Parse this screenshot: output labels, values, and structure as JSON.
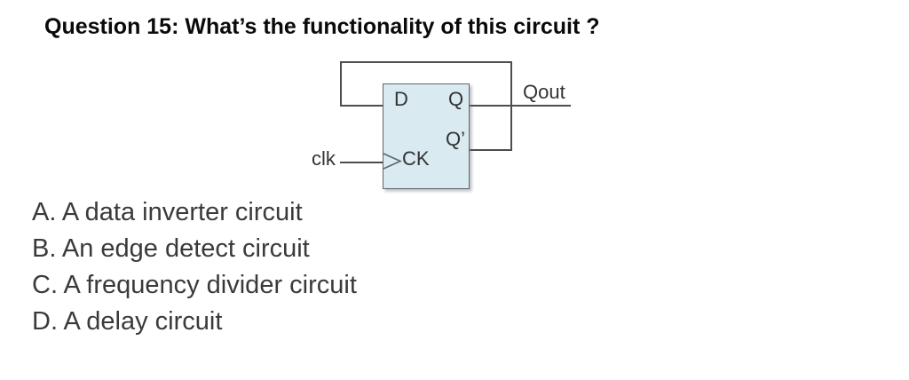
{
  "title": "Question 15: What’s the functionality of this circuit ?",
  "circuit": {
    "component": "D flip-flop with Q-bar fed back to D input",
    "box_fill": "#d9eaf1",
    "box_border": "#5f666a",
    "wire_color": "#4d4d4d",
    "labels": {
      "d_input": "D",
      "q_output": "Q",
      "q_bar_output": "Q’",
      "clock_pin": "CK",
      "clk_signal": "clk",
      "qout_signal": "Qout"
    }
  },
  "options": [
    "A. A data inverter circuit",
    "B. An edge detect circuit",
    "C. A frequency divider circuit",
    "D. A delay circuit"
  ]
}
